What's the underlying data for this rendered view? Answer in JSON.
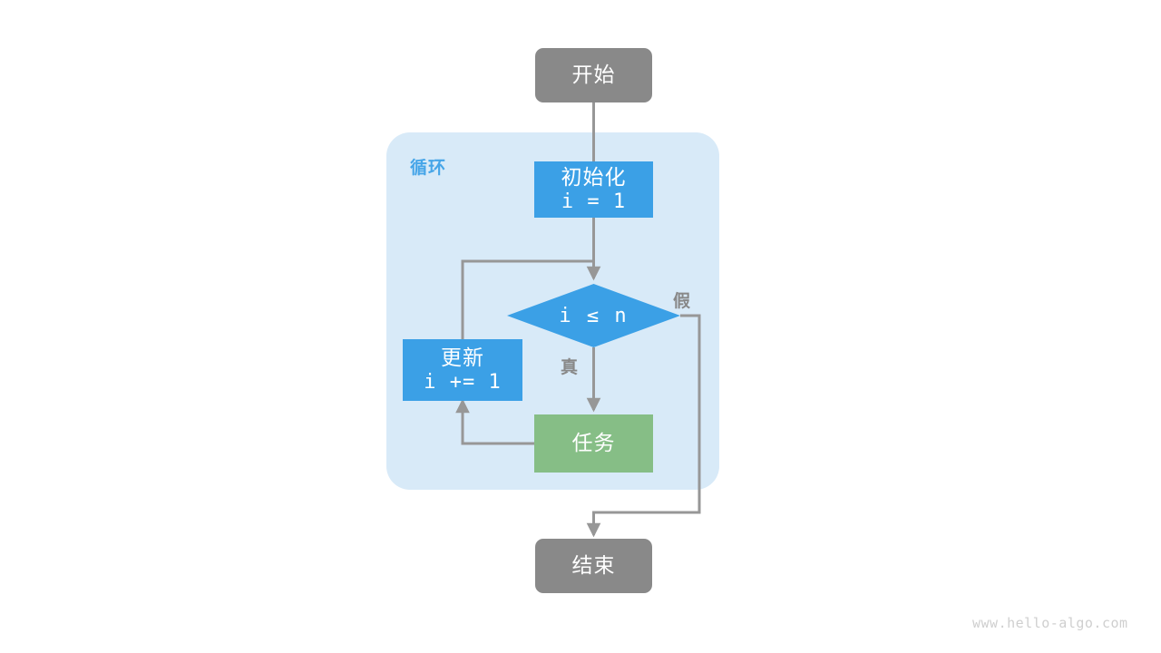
{
  "diagram": {
    "title_watermark": "www.hello-algo.com",
    "group": {
      "label": "循环",
      "color": "#D8EAF8",
      "label_color": "#46A5E8"
    },
    "colors": {
      "terminal": "#898989",
      "process": "#3BA0E6",
      "task": "#86BE86",
      "edge": "#979797",
      "group_bg": "#D8EAF8",
      "background": "#FFFFFF"
    },
    "nodes": {
      "start": {
        "label": "开始",
        "type": "terminal"
      },
      "init": {
        "label": "初始化",
        "code": "i = 1",
        "type": "process"
      },
      "condition": {
        "label": "i ≤ n",
        "type": "decision"
      },
      "update": {
        "label": "更新",
        "code": "i += 1",
        "type": "process"
      },
      "task": {
        "label": "任务",
        "type": "task"
      },
      "end": {
        "label": "结束",
        "type": "terminal"
      }
    },
    "edge_labels": {
      "true_branch": "真",
      "false_branch": "假"
    }
  }
}
